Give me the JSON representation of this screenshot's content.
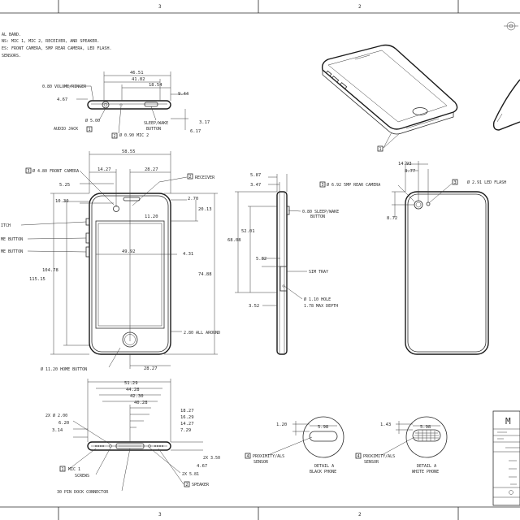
{
  "border": {
    "zone_top_left": "3",
    "zone_top_right": "2",
    "zone_bottom_left": "3",
    "zone_bottom_right": "2"
  },
  "notes": {
    "line1": "AL BAND.",
    "line2": "NS: MIC 1, MIC 2, RECEIVER, AND SPEAKER.",
    "line3": "ES: FRONT CAMERA, 5MP REAR CAMERA, LED FLASH.",
    "line4": "SENSORS."
  },
  "top_view": {
    "d_4651": "46.51",
    "d_4182": "41.82",
    "d_1854": "18.54",
    "d_944": "9.44",
    "d_467": "4.67",
    "d_317": "3.17",
    "d_617": "6.17",
    "lbl_volume": "0.80 VOLUME/RINGER",
    "lbl_audio_dia": "Ø 5.00",
    "lbl_audio": "AUDIO JACK",
    "lbl_sleep": "SLEEP/WAKE",
    "lbl_button": "BUTTON",
    "lbl_mic2": "Ø 0.90 MIC 2",
    "callout_audio": "1",
    "callout_mic2": "2"
  },
  "front_view": {
    "d_5855": "58.55",
    "d_1427": "14.27",
    "d_2827": "28.27",
    "d_525": "5.25",
    "d_1030": "10.30",
    "d_1120": "11.20",
    "d_270": "2.70",
    "d_2013": "20.13",
    "d_4992": "49.92",
    "d_431": "4.31",
    "d_7488": "74.88",
    "d_10478": "104.78",
    "d_11515": "115.15",
    "d_280": "2.80 ALL AROUND",
    "d_2827b": "28.27",
    "lbl_front_cam": "Ø 4.80 FRONT CAMERA",
    "lbl_receiver": "RECEIVER",
    "lbl_home": "Ø 11.20 HOME BUTTON",
    "lbl_switch": "ITCH",
    "lbl_vol_up": "ME BUTTON",
    "lbl_vol_dn": "ME BUTTON",
    "callout_front_cam": "3",
    "callout_receiver": "2"
  },
  "side_view": {
    "d_587": "5.87",
    "d_347": "3.47",
    "d_5201": "52.01",
    "d_6808": "68.08",
    "d_582": "5.82",
    "d_352": "3.52",
    "lbl_sleep": "0.80 SLEEP/WAKE",
    "lbl_button": "BUTTON",
    "lbl_sim": "SIM TRAY",
    "lbl_hole": "Ø 1.10 HOLE",
    "lbl_depth": "1.78 MAX DEPTH"
  },
  "back_view": {
    "d_1493": "14.93",
    "d_877": "8.77",
    "d_872": "8.72",
    "lbl_rear_cam": "Ø 6.92 5MP REAR CAMERA",
    "lbl_flash": "Ø 2.91 LED FLASH",
    "callout_rear_cam": "3",
    "callout_flash": "3"
  },
  "iso_view": {
    "callout": "1"
  },
  "bottom_view": {
    "d_5129": "51.29",
    "d_4428": "44.28",
    "d_4230": "42.30",
    "d_4028": "40.28",
    "d_1827": "18.27",
    "d_1629": "16.29",
    "d_1427": "14.27",
    "d_729": "7.29",
    "d_200": "2X Ø 2.00",
    "d_620": "6.20",
    "d_314": "3.14",
    "d_350": "2X 3.50",
    "d_467": "4.67",
    "d_581": "2X 5.81",
    "lbl_mic1": "MIC 1",
    "lbl_screws": "SCREWS",
    "lbl_dock": "30 PIN DOCK CONNECTOR",
    "lbl_speaker": "SPEAKER",
    "callout_mic1": "1",
    "callout_speaker": "2"
  },
  "detail_black": {
    "d_120": "1.20",
    "d_598": "5.98",
    "callout": "4",
    "lbl_prox1": "PROXIMITY/ALS",
    "lbl_prox2": "SENSOR",
    "lbl_detail1": "DETAIL A",
    "lbl_detail2": "BLACK PHONE"
  },
  "detail_white": {
    "d_143": "1.43",
    "d_598": "5.98",
    "callout": "4",
    "lbl_prox1": "PROXIMITY/ALS",
    "lbl_prox2": "SENSOR",
    "lbl_detail1": "DETAIL A",
    "lbl_detail2": "WHITE PHONE"
  },
  "title_block": {
    "letter": "M"
  }
}
